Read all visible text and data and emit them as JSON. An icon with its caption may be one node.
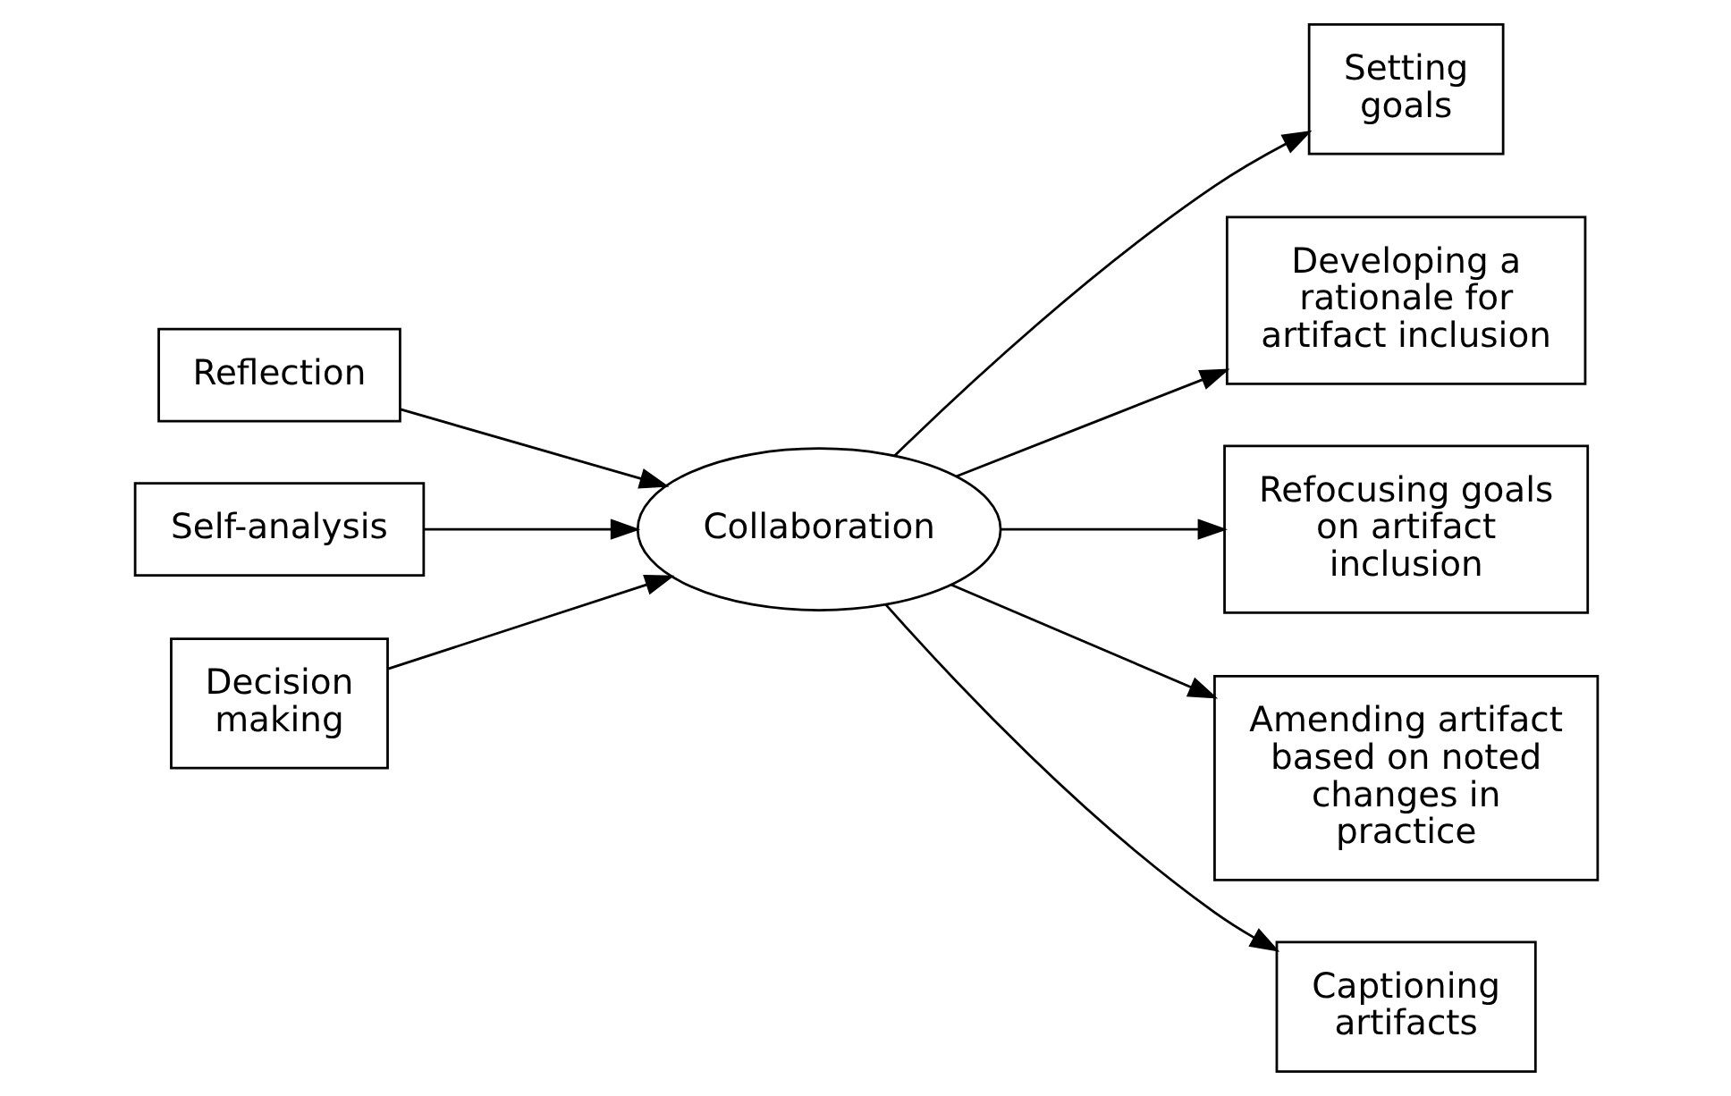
{
  "diagram": {
    "nodes": [
      {
        "text": [
          "Reflection"
        ]
      },
      {
        "text": [
          "Self-analysis"
        ]
      },
      {
        "text": [
          "Decision making"
        ]
      },
      {
        "text": [
          "Collaboration"
        ]
      },
      {
        "text": [
          "Setting goals"
        ]
      },
      {
        "text": [
          "Developing a rationale for artifact inclusion"
        ]
      },
      {
        "text": [
          "Refocusing goals on artifact inclusion"
        ]
      },
      {
        "text": [
          "Amending artifact based on noted changes in practice"
        ]
      },
      {
        "text": [
          "Captioning artifacts"
        ]
      }
    ],
    "edges": [
      {
        "from": 0,
        "to": 3,
        "arrow": "to"
      },
      {
        "from": 1,
        "to": 3,
        "arrow": "to"
      },
      {
        "from": 2,
        "to": 3,
        "arrow": "to"
      },
      {
        "from": 3,
        "to": 4,
        "arrow": "to"
      },
      {
        "from": 3,
        "to": 5,
        "arrow": "to"
      },
      {
        "from": 3,
        "to": 6,
        "arrow": "to"
      },
      {
        "from": 3,
        "to": 7,
        "arrow": "to"
      },
      {
        "from": 3,
        "to": 8,
        "arrow": "to"
      }
    ]
  }
}
